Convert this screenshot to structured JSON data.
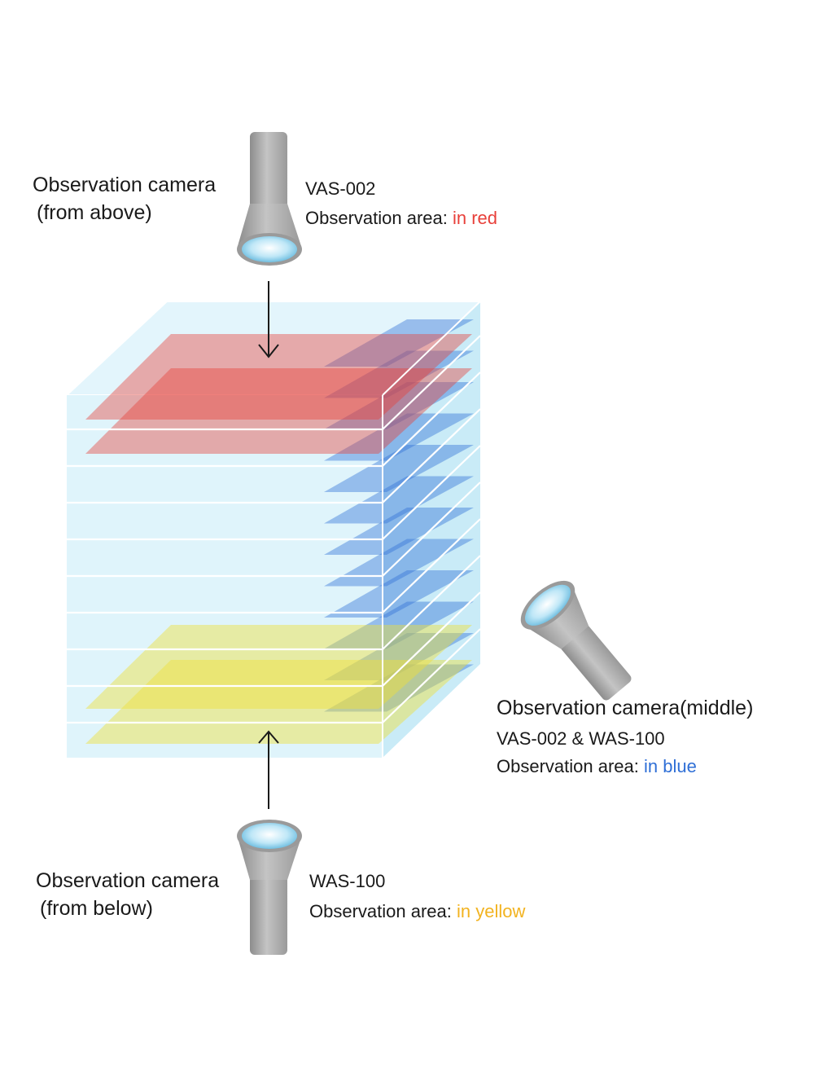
{
  "colors": {
    "red": "#e8403a",
    "blue": "#2f6fd6",
    "yellow": "#f2b320",
    "cube": "#d4f1fb"
  },
  "cameras": {
    "top": {
      "title_line1": "Observation camera",
      "title_line2": "(from above)",
      "model": "VAS-002",
      "area_label": "Observation area:",
      "area_color": "in red"
    },
    "middle": {
      "title": "Observation camera(middle)",
      "model": "VAS-002 & WAS-100",
      "area_label": "Observation area:",
      "area_color": "in blue"
    },
    "bottom": {
      "title_line1": "Observation camera",
      "title_line2": "(from below)",
      "model": "WAS-100",
      "area_label": "Observation area:",
      "area_color": "in yellow"
    }
  },
  "icons": [
    "camera-icon",
    "arrow-down-icon",
    "arrow-up-icon"
  ]
}
